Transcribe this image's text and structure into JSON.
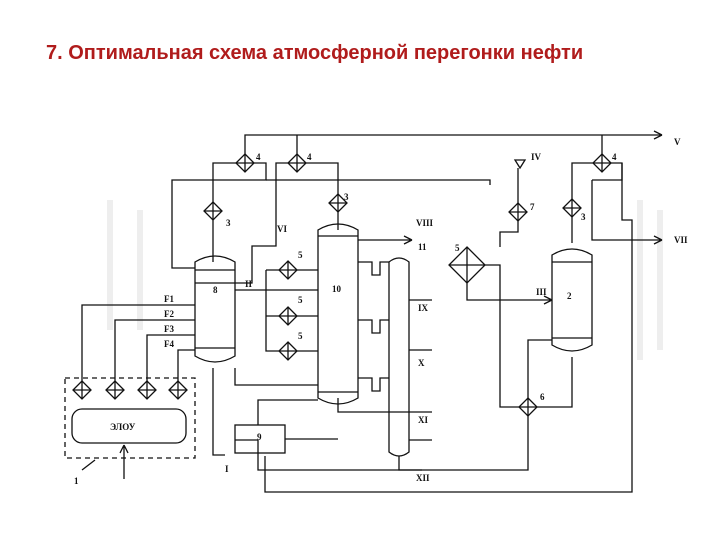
{
  "title": "7. Оптимальная схема атмосферной перегонки нефти",
  "labels": {
    "n1": "1",
    "n2": "2",
    "n3a": "3",
    "n3b": "3",
    "n3c": "3",
    "n4a": "4",
    "n4b": "4",
    "n4c": "4",
    "n5a": "5",
    "n5b": "5",
    "n5c": "5",
    "n5d": "5",
    "n6": "6",
    "n7": "7",
    "n8": "8",
    "n9": "9",
    "n10": "10",
    "n11": "11",
    "F1": "F1",
    "F2": "F2",
    "F3": "F3",
    "F4": "F4",
    "eloy": "ЭЛОУ",
    "I": "I",
    "II": "II",
    "III": "III",
    "IV": "IV",
    "V": "V",
    "VI": "VI",
    "VII": "VII",
    "VIII": "VIII",
    "IX": "IX",
    "X": "X",
    "XI": "XI",
    "XII": "XII"
  }
}
